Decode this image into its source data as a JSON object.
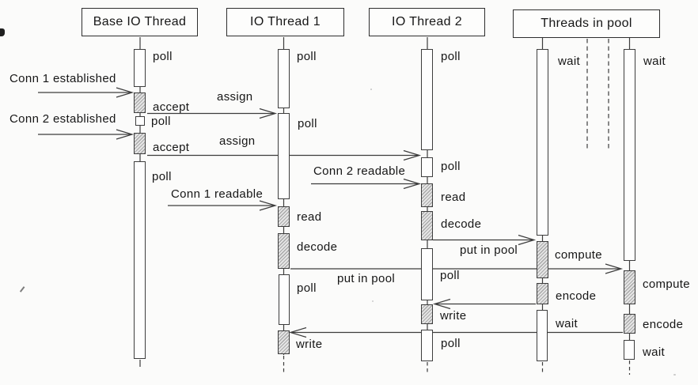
{
  "headers": {
    "base": "Base IO Thread",
    "t1": "IO Thread 1",
    "t2": "IO Thread 2",
    "pool": "Threads in pool"
  },
  "base": {
    "poll1": "poll",
    "accept1": "accept",
    "poll2": "poll",
    "accept2": "accept",
    "poll3": "poll"
  },
  "t1": {
    "poll1": "poll",
    "poll2": "poll",
    "read": "read",
    "decode": "decode",
    "poll3": "poll",
    "write": "write"
  },
  "t2": {
    "poll1": "poll",
    "poll2": "poll",
    "read": "read",
    "decode": "decode",
    "poll3": "poll",
    "write": "write",
    "poll4": "poll"
  },
  "pool1": {
    "wait1": "wait",
    "compute": "compute",
    "encode": "encode",
    "wait2": "wait"
  },
  "pool2": {
    "wait1": "wait",
    "compute": "compute",
    "encode": "encode",
    "wait2": "wait"
  },
  "messages": {
    "conn1_established": "Conn 1 established",
    "conn2_established": "Conn 2 established",
    "assign1": "assign",
    "assign2": "assign",
    "conn2_readable": "Conn 2 readable",
    "conn1_readable": "Conn 1 readable",
    "put_in_pool_1": "put in pool",
    "put_in_pool_2": "put in pool"
  },
  "colors": {
    "paper": "#fbfbfa",
    "line": "#3c3c3c",
    "text": "#161616",
    "activation_fill": "#fefefe",
    "hatch_dark": "#a9a9a9",
    "hatch_light": "#e6e6e6"
  }
}
